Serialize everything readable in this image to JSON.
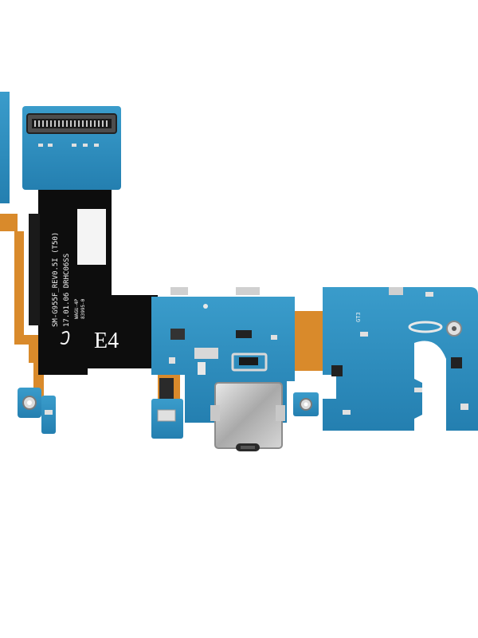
{
  "product": {
    "part_number": "SM-G955F_REV0.5I (T50)",
    "date_code": "17.01.06 DRHC06SS",
    "marking": "E4",
    "small_marking_1": "WAGU-4P",
    "small_marking_2": "83995-0"
  },
  "colors": {
    "pcb_blue": "#2f8fbf",
    "pcb_blue_dark": "#1f6f9a",
    "flex_black": "#0d0d0d",
    "flex_orange": "#d98a2b",
    "connector_metal": "#b8b8b8",
    "background": "#ffffff"
  }
}
